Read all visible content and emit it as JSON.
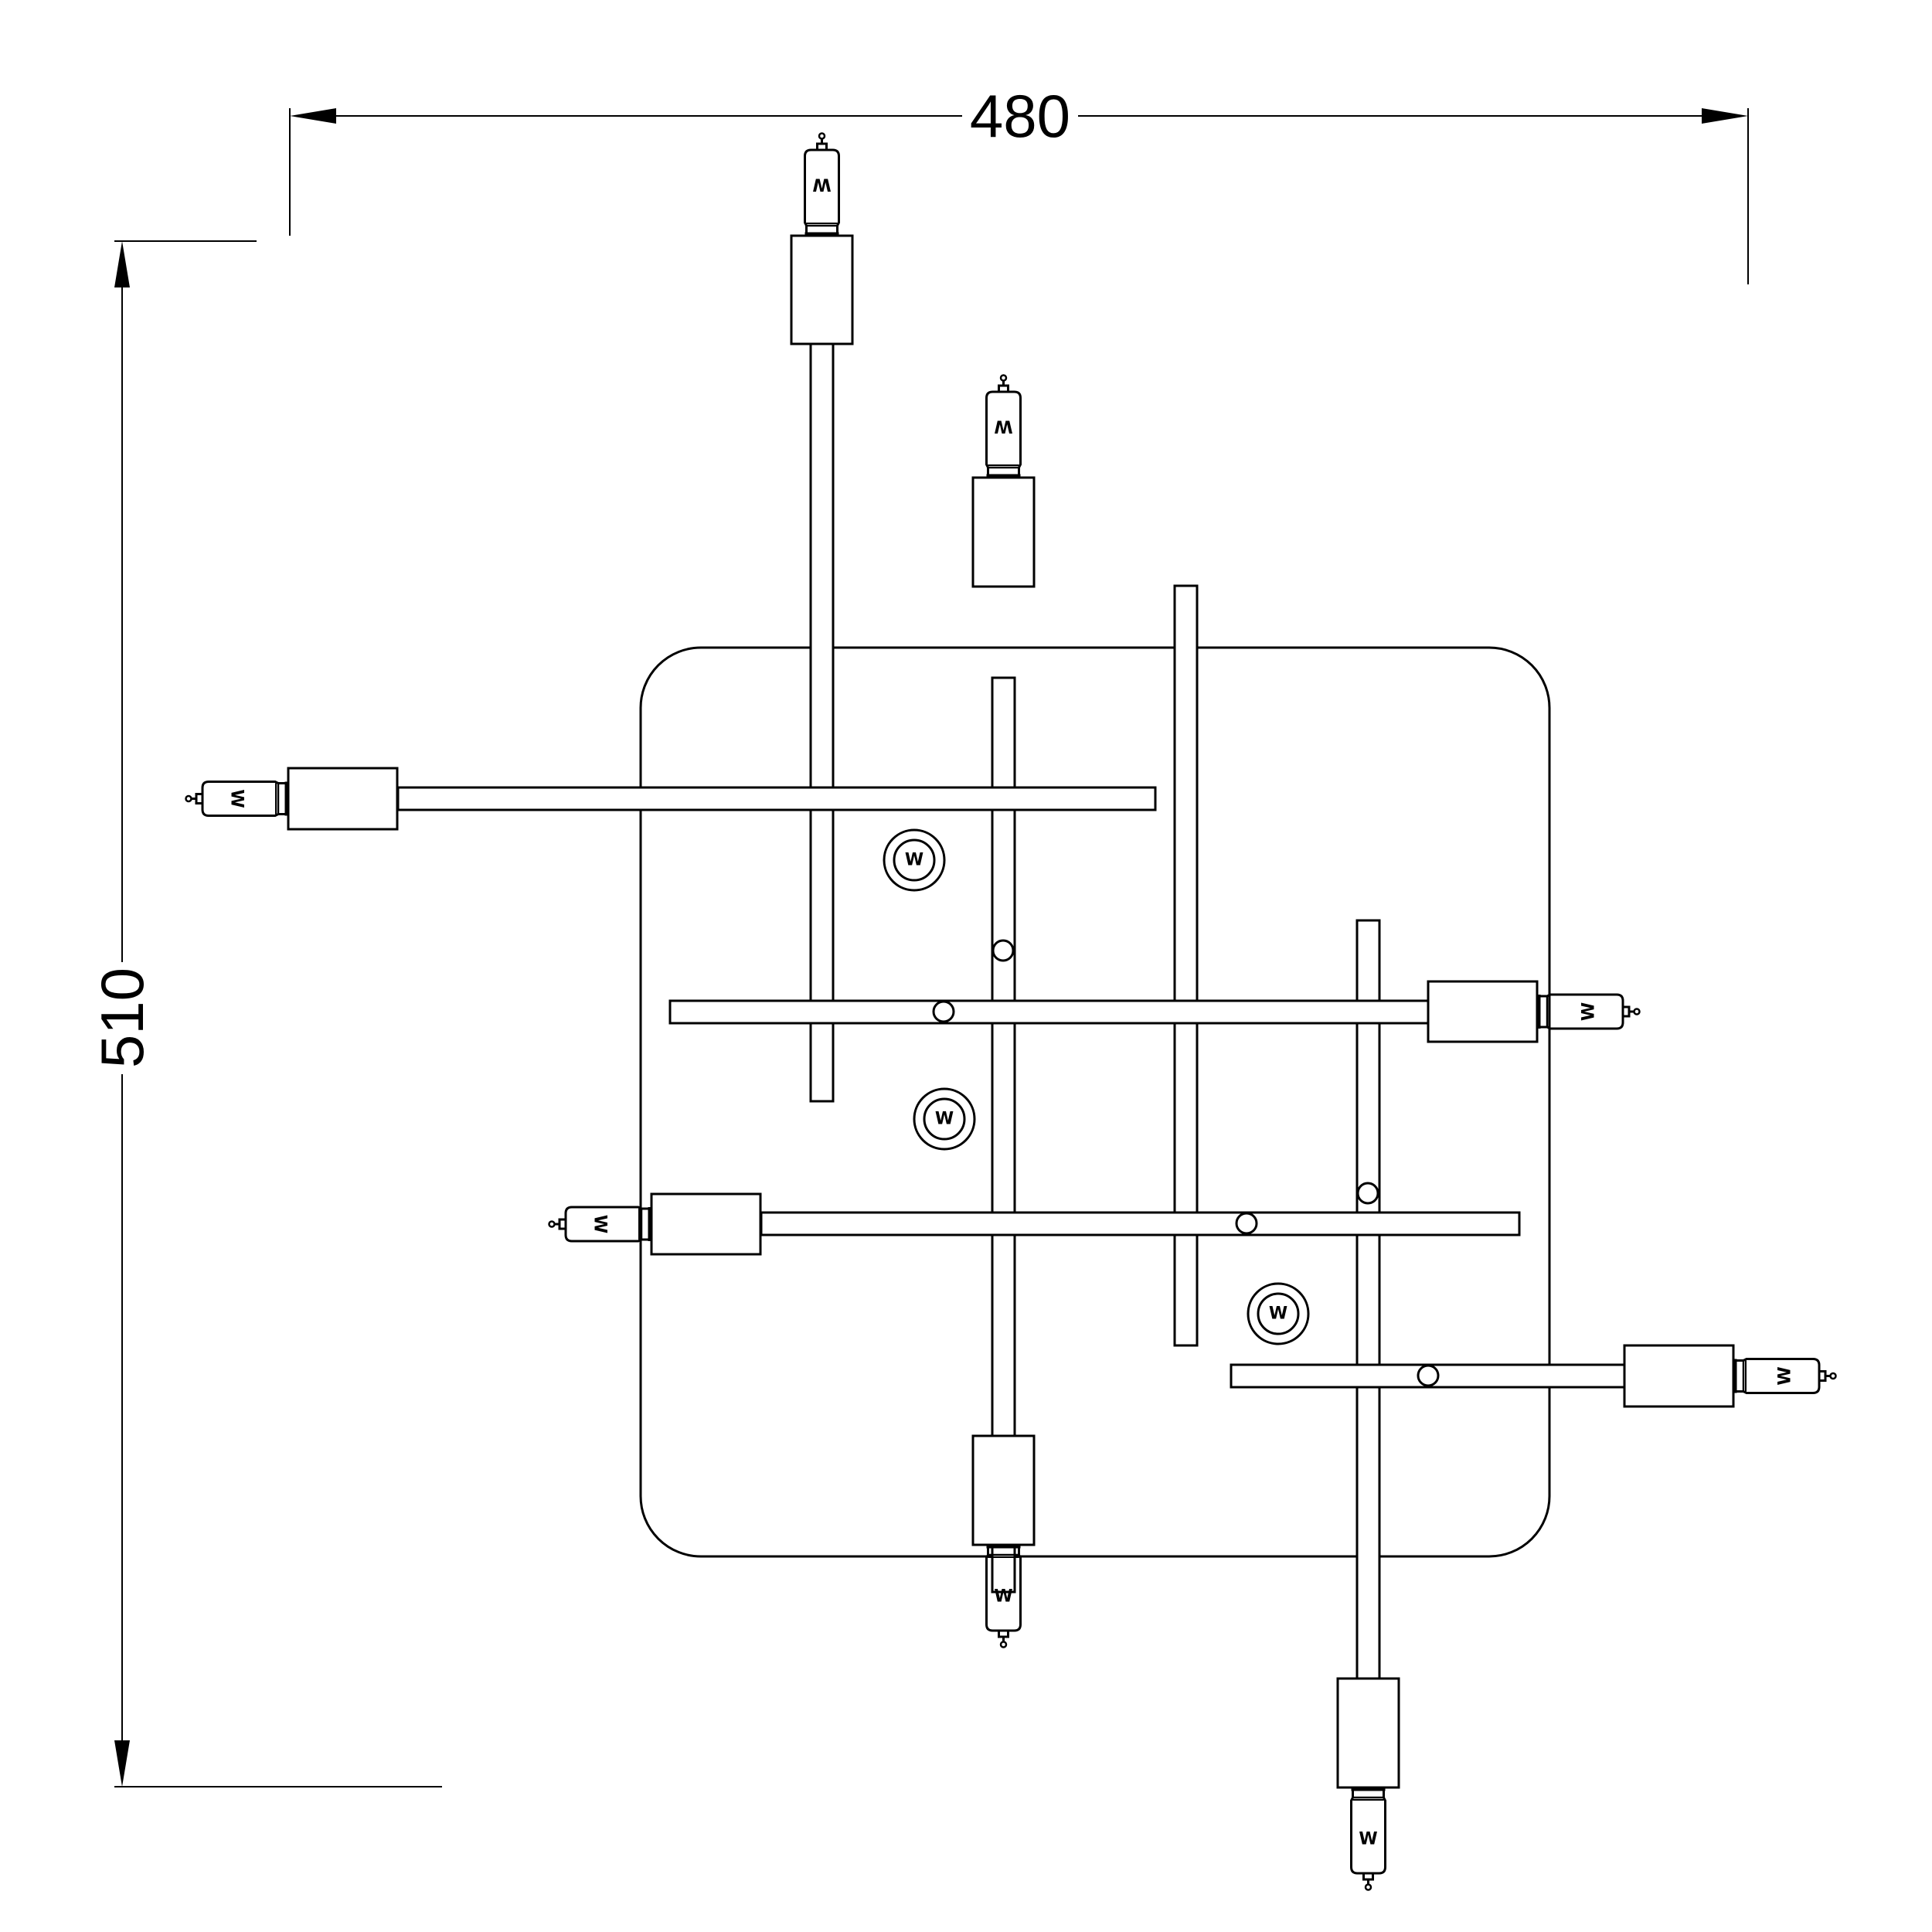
{
  "dimensions": {
    "width_label": "480",
    "height_label": "510"
  },
  "marks": {
    "bulb_letter": "W",
    "spot_letter": "W"
  },
  "colors": {
    "line": "#000000",
    "background": "#ffffff"
  }
}
